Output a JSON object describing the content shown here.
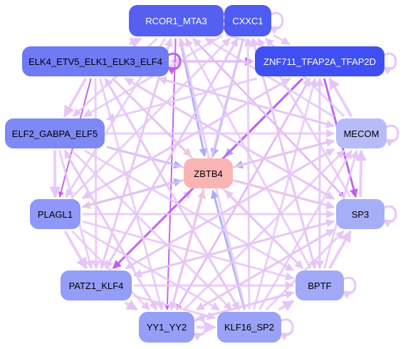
{
  "nodes": [
    {
      "id": "rcor1",
      "label": "RCOR1_MTA3",
      "fill": "#5560f2",
      "text": "#ffffff"
    },
    {
      "id": "cxxc1",
      "label": "CXXC1",
      "fill": "#4f5cf3",
      "text": "#ffffff"
    },
    {
      "id": "elk4",
      "label": "ELK4_ETV5_ELK1_ELK3_ELF4",
      "fill": "#6f7af5",
      "text": "#000000"
    },
    {
      "id": "znf711",
      "label": "ZNF711_TFAP2A_TFAP2D",
      "fill": "#3f4ff4",
      "text": "#ffffff"
    },
    {
      "id": "elf2",
      "label": "ELF2_GABPA_ELF5",
      "fill": "#7e89f6",
      "text": "#000000"
    },
    {
      "id": "mecom",
      "label": "MECOM",
      "fill": "#b7bcf9",
      "text": "#000000"
    },
    {
      "id": "zbtb4",
      "label": "ZBTB4",
      "fill": "#fbb4b4",
      "text": "#000000"
    },
    {
      "id": "plagl1",
      "label": "PLAGL1",
      "fill": "#8f98f6",
      "text": "#000000"
    },
    {
      "id": "sp3",
      "label": "SP3",
      "fill": "#a7aef8",
      "text": "#000000"
    },
    {
      "id": "patz1",
      "label": "PATZ1_KLF4",
      "fill": "#949df7",
      "text": "#000000"
    },
    {
      "id": "bptf",
      "label": "BPTF",
      "fill": "#a2a9f8",
      "text": "#000000"
    },
    {
      "id": "yy1",
      "label": "YY1_YY2",
      "fill": "#969ff7",
      "text": "#000000"
    },
    {
      "id": "klf16",
      "label": "KLF16_SP2",
      "fill": "#9aa2f7",
      "text": "#000000"
    }
  ],
  "edge_colors": {
    "light": "#e6c6f7",
    "strong": "#c25cf0",
    "blue": "#a8b0f2",
    "peach": "#f9c9c0"
  }
}
